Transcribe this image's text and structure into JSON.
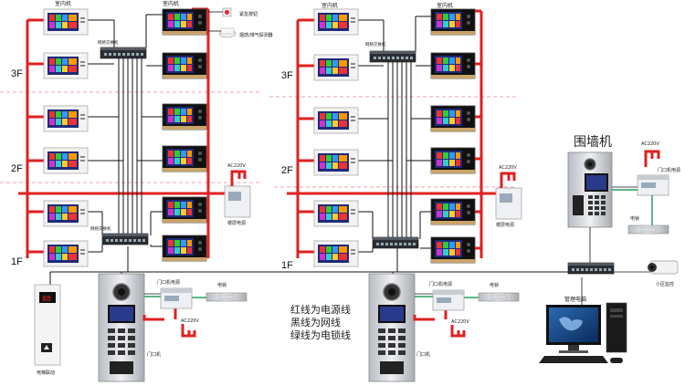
{
  "labels": {
    "indoor_unit_top_left": "室内机",
    "indoor_unit_top_right_a": "室内机",
    "indoor_unit_b_left": "室内机",
    "indoor_unit_b_right": "室内机",
    "switch_3f_a": "网络交换机",
    "switch_3f_b": "网络交换机",
    "switch_1f_a": "网络交换机",
    "emergency_button": "紧急按钮",
    "smoke_detector": "烟感/煤气探测器",
    "floor_power_a": "楼层电源",
    "floor_power_b": "楼层电源",
    "ac220_a": "AC220V",
    "ac220_b": "AC220V",
    "ac220_c": "AC220V",
    "ac220_d": "AC220V",
    "ac220_e": "AC220V",
    "door_unit_power_a": "门口机电源",
    "door_unit_power_b": "门口机电源",
    "door_unit_power_c": "门口机电源",
    "lock_a": "电锁",
    "lock_b": "电锁",
    "lock_c": "电锁",
    "door_unit_a": "门口机",
    "door_unit_b": "门口机",
    "elevator_link": "电梯联动",
    "wall_unit": "围墙机",
    "mgmt_pc": "管理电脑",
    "camera": "小区监控",
    "legend_red": "红线为电源线",
    "legend_black": "黑线为网线",
    "legend_green": "绿线为电锁线"
  },
  "floors_left": [
    "3F",
    "2F",
    "1F"
  ],
  "floors_right": [
    "3F",
    "2F",
    "1F"
  ],
  "colors": {
    "power": "#e02020",
    "network": "#111111",
    "lock": "#22a060",
    "floor_divider": "#f0a0b0"
  }
}
